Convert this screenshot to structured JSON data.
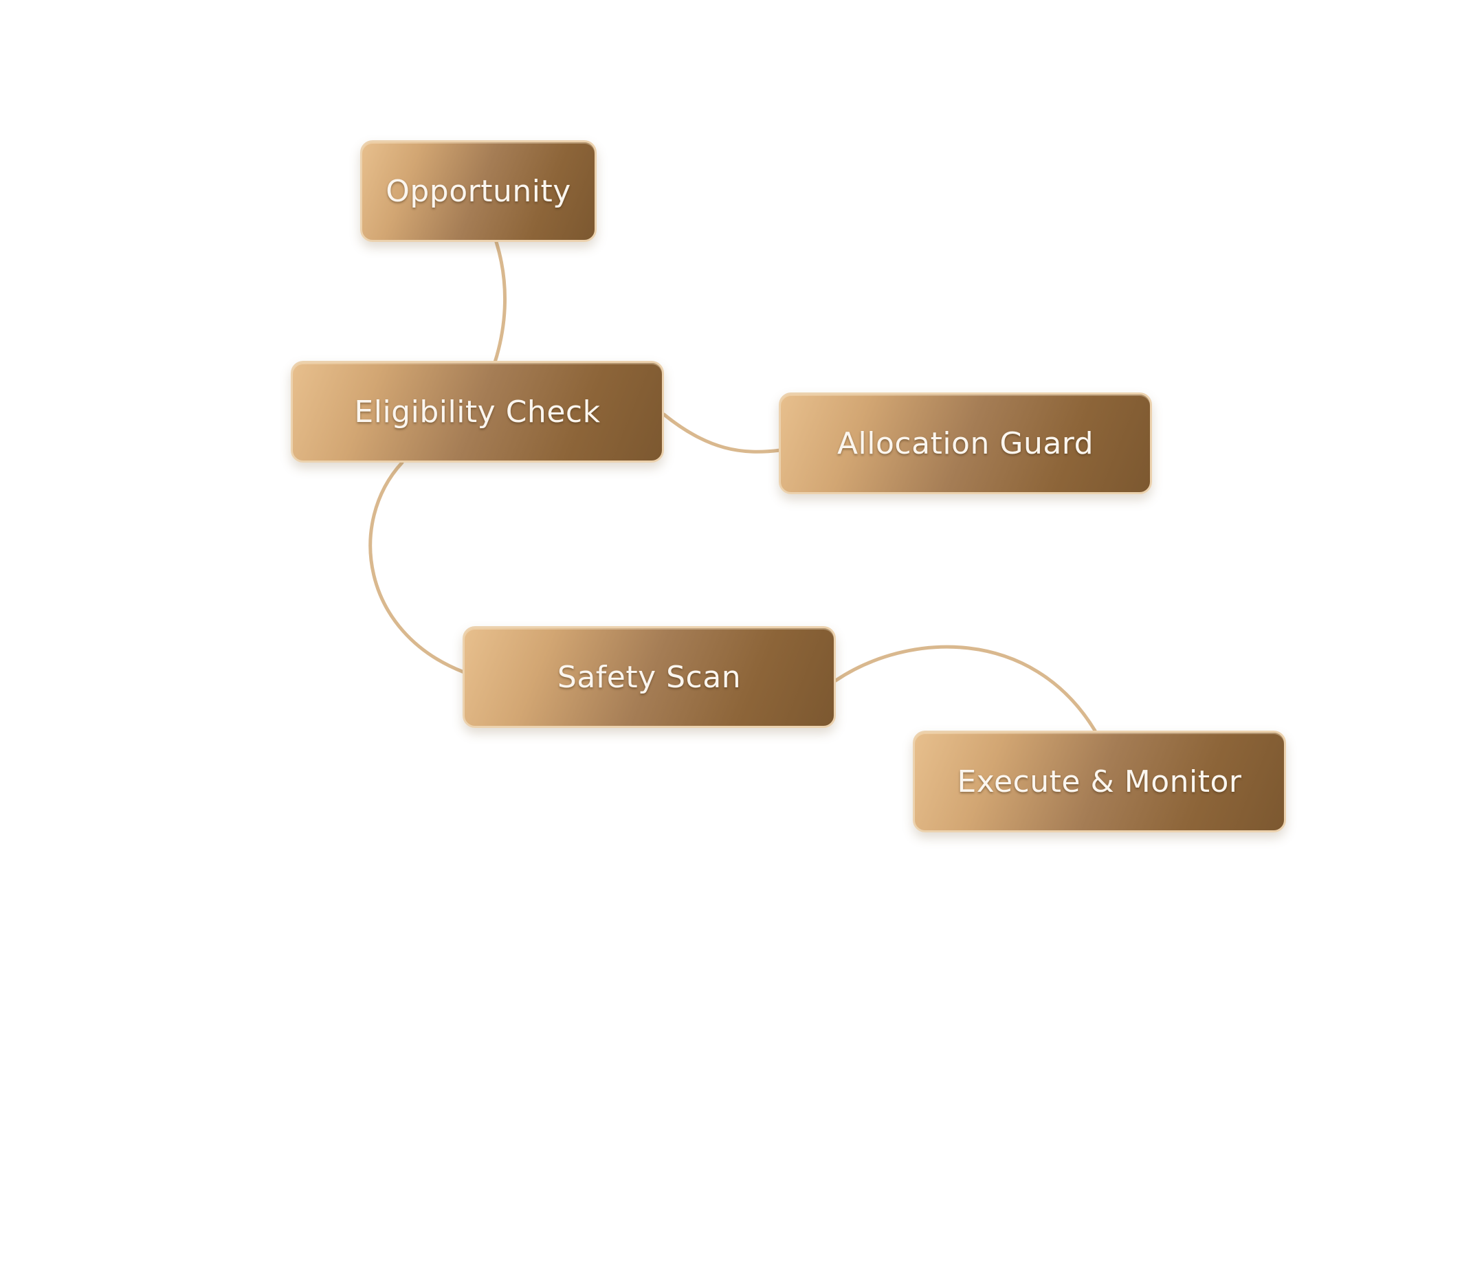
{
  "diagram": {
    "nodes": [
      {
        "id": "opportunity",
        "label": "Opportunity"
      },
      {
        "id": "eligibility",
        "label": "Eligibility Check"
      },
      {
        "id": "allocation",
        "label": "Allocation Guard"
      },
      {
        "id": "safety",
        "label": "Safety Scan"
      },
      {
        "id": "execute",
        "label": "Execute & Monitor"
      }
    ],
    "edges": [
      {
        "from": "opportunity",
        "to": "eligibility"
      },
      {
        "from": "eligibility",
        "to": "allocation"
      },
      {
        "from": "eligibility",
        "to": "safety"
      },
      {
        "from": "safety",
        "to": "execute"
      }
    ],
    "colors": {
      "node_light": "#e7bf8d",
      "node_dark": "#7c5830",
      "connector": "#d9b88e",
      "label": "#fbf6ef"
    }
  }
}
